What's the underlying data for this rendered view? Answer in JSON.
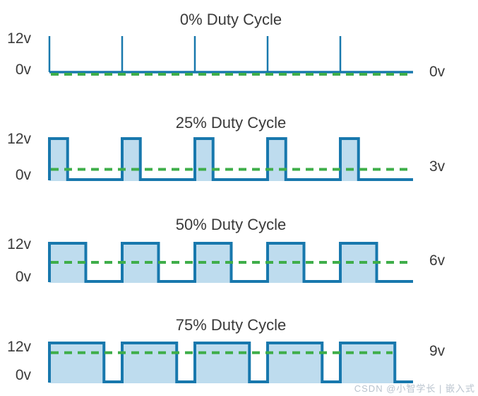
{
  "colors": {
    "wave_line": "#1878ad",
    "pulse_fill": "#bedcee",
    "average_line": "#3fae4a",
    "text": "#3a3a3a",
    "watermark_text": "#b9c3ce"
  },
  "watermark": "CSDN @小智学长 | 嵌入式",
  "chart_data": [
    {
      "type": "area",
      "waveform": "pwm-square-wave",
      "title": "0% Duty Cycle",
      "duty_cycle_percent": 0,
      "high_voltage": 12,
      "low_voltage": 0,
      "average_voltage": 0,
      "periods_shown": 5,
      "y_tick_high": "12v",
      "y_tick_low": "0v",
      "average_label": "0v",
      "average_line_style": "dashed"
    },
    {
      "type": "area",
      "waveform": "pwm-square-wave",
      "title": "25% Duty Cycle",
      "duty_cycle_percent": 25,
      "high_voltage": 12,
      "low_voltage": 0,
      "average_voltage": 3,
      "periods_shown": 5,
      "y_tick_high": "12v",
      "y_tick_low": "0v",
      "average_label": "3v",
      "average_line_style": "dashed"
    },
    {
      "type": "area",
      "waveform": "pwm-square-wave",
      "title": "50% Duty Cycle",
      "duty_cycle_percent": 50,
      "high_voltage": 12,
      "low_voltage": 0,
      "average_voltage": 6,
      "periods_shown": 5,
      "y_tick_high": "12v",
      "y_tick_low": "0v",
      "average_label": "6v",
      "average_line_style": "dashed"
    },
    {
      "type": "area",
      "waveform": "pwm-square-wave",
      "title": "75% Duty Cycle",
      "duty_cycle_percent": 75,
      "high_voltage": 12,
      "low_voltage": 0,
      "average_voltage": 9,
      "periods_shown": 5,
      "y_tick_high": "12v",
      "y_tick_low": "0v",
      "average_label": "9v",
      "average_line_style": "dashed"
    }
  ]
}
